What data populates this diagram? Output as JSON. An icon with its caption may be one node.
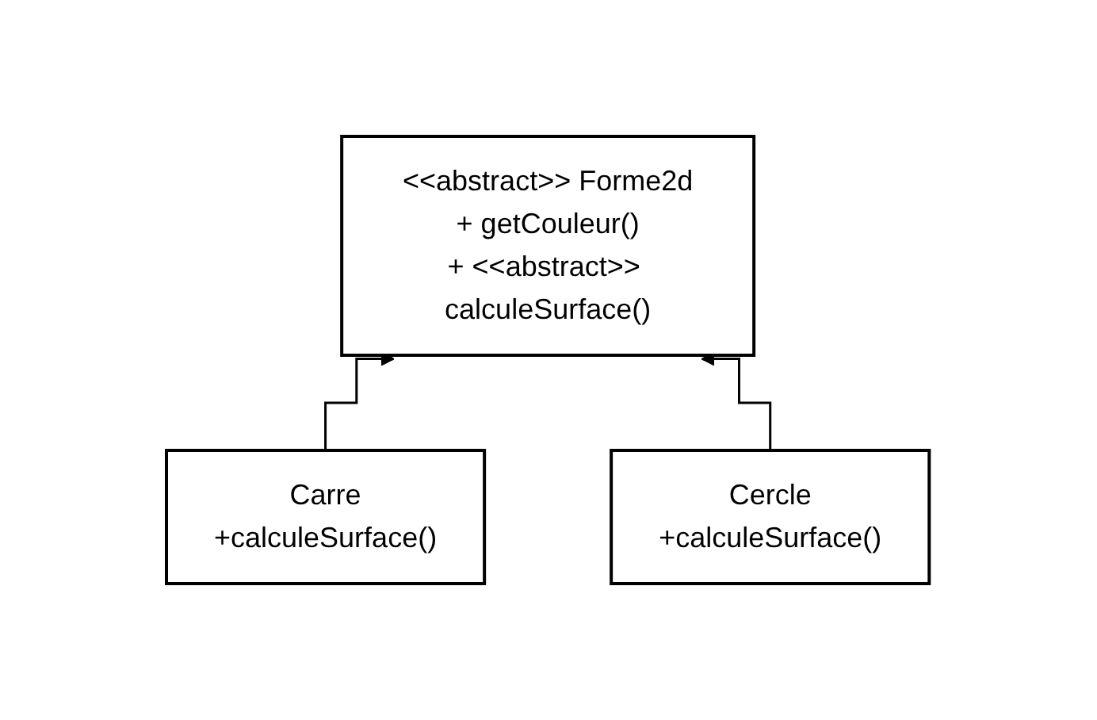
{
  "diagram": {
    "nodes": [
      {
        "text": [
          "<<abstract>> Forme2d",
          "+ getCouleur()",
          "+ <<abstract>> calculeSurface()"
        ]
      },
      {
        "text": [
          "Carre",
          "+calculeSurface()"
        ]
      },
      {
        "text": [
          "Cercle",
          "+calculeSurface()"
        ]
      }
    ],
    "edges": [
      {
        "from": 1,
        "to": 0,
        "arrow": "to"
      },
      {
        "from": 2,
        "to": 0,
        "arrow": "to"
      }
    ]
  }
}
